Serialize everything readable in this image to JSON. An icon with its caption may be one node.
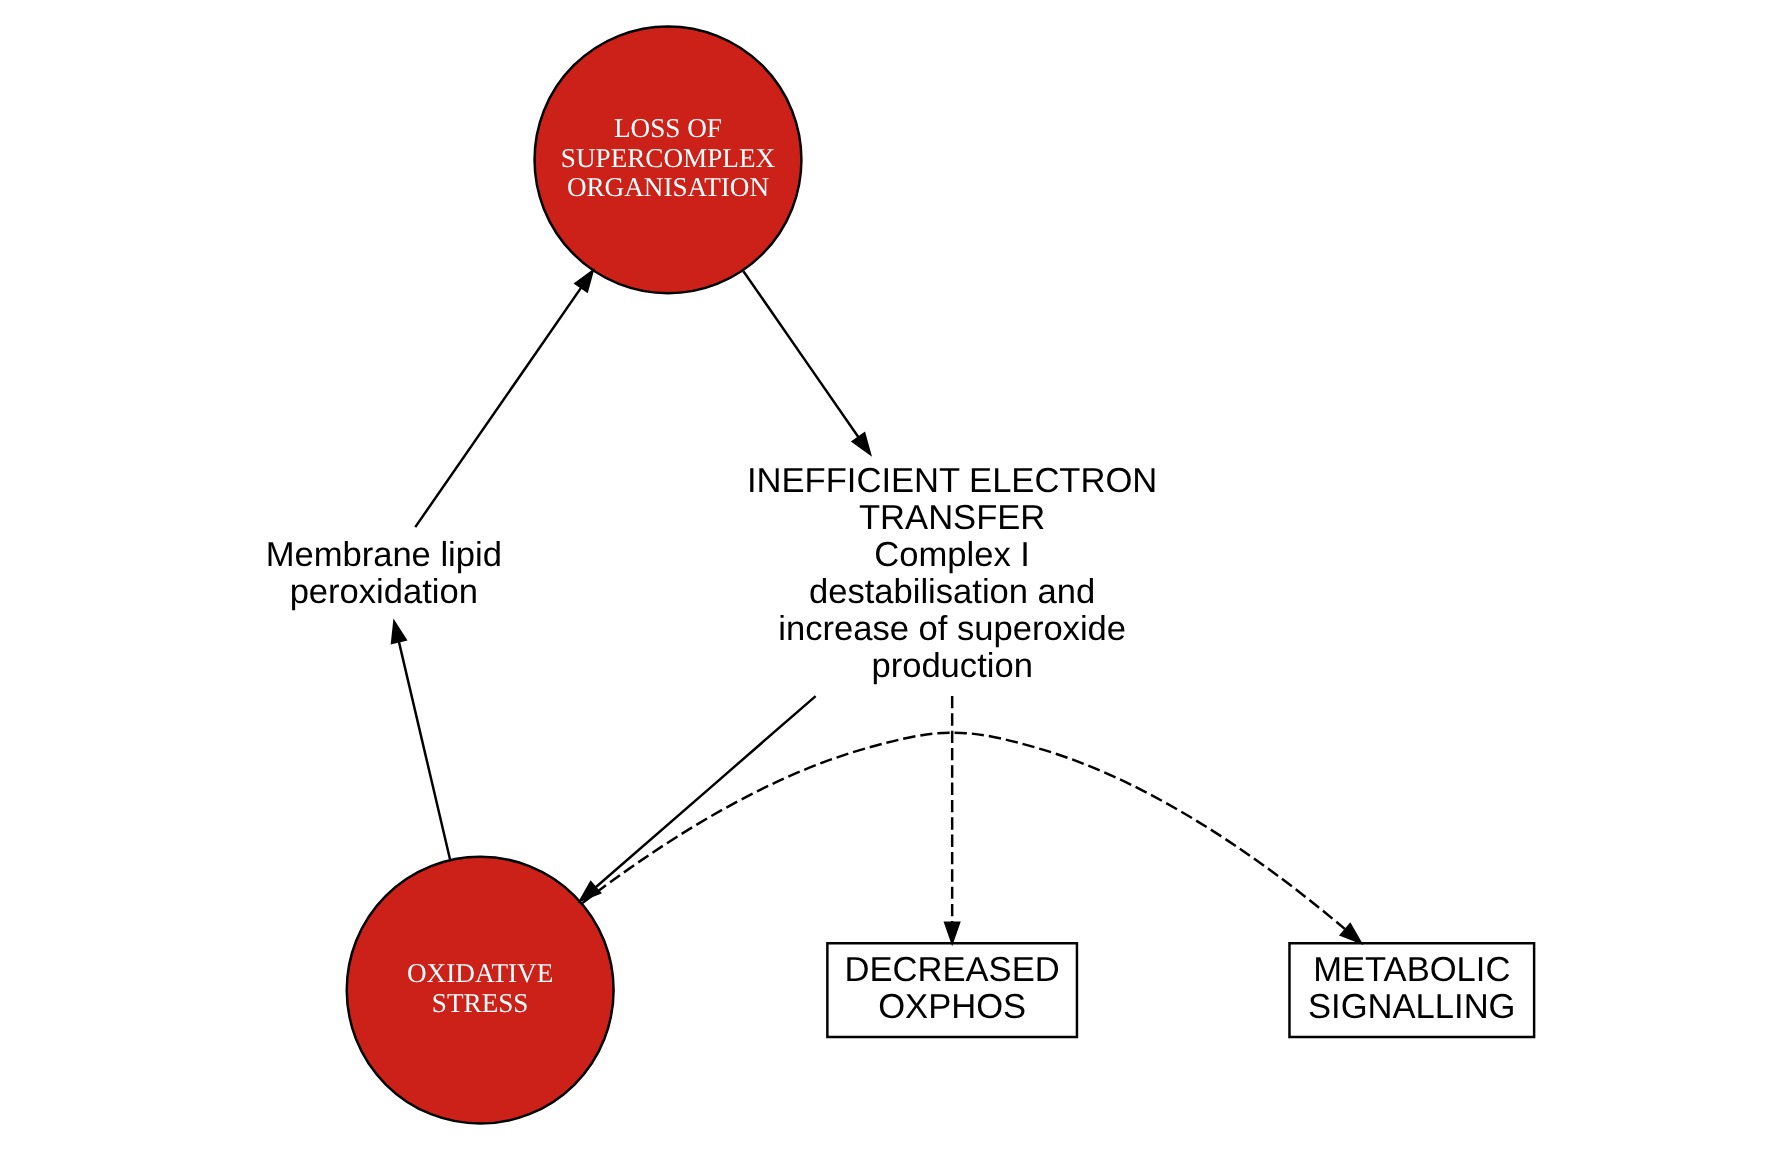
{
  "diagram": {
    "nodes": [
      {
        "text": [
          "LOSS OF SUPERCOMPLEX ORGANISATION"
        ]
      },
      {
        "text": [
          "INEFFICIENT ELECTRON TRANSFER",
          "Complex I destabilisation and increase of superoxide production"
        ]
      },
      {
        "text": [
          "OXIDATIVE STRESS"
        ]
      },
      {
        "text": [
          "Membrane lipid peroxidation"
        ]
      },
      {
        "text": [
          "METABOLIC SIGNALLING"
        ]
      },
      {
        "text": [
          "DECREASED OXPHOS"
        ]
      }
    ],
    "edges": [
      {
        "from": 0,
        "to": 1,
        "arrow": "to"
      },
      {
        "from": 1,
        "to": 2,
        "arrow": "to"
      },
      {
        "from": 2,
        "to": 3,
        "arrow": "to"
      },
      {
        "from": 3,
        "to": 0,
        "arrow": "to"
      },
      {
        "from": 1,
        "to": 5,
        "arrow": "to",
        "style": "dashed"
      },
      {
        "from": 2,
        "to": 4,
        "arrow": "to",
        "style": "dashed"
      }
    ]
  }
}
